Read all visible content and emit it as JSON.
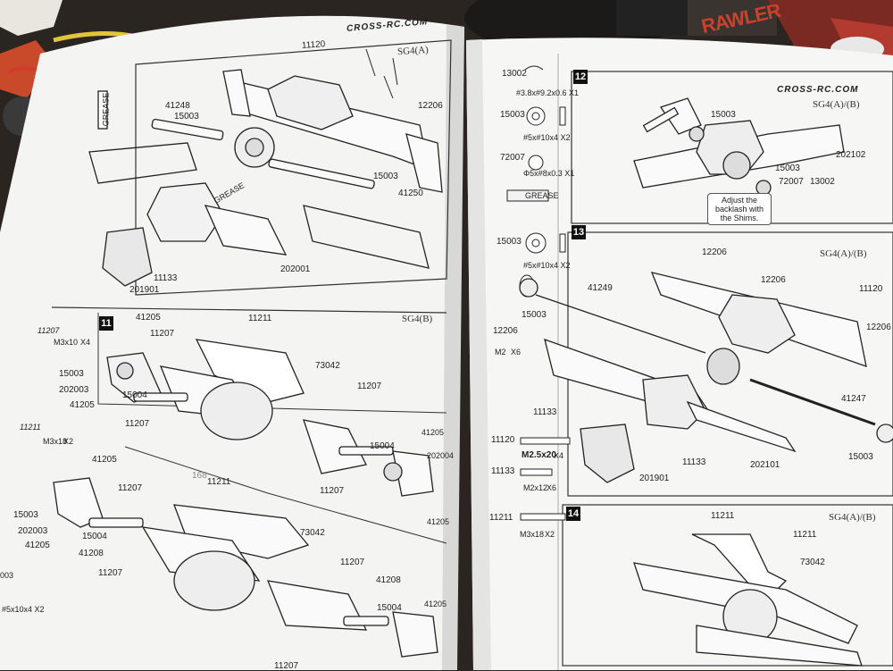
{
  "background": {
    "table_color": "#2b2521",
    "paper_color": "#f4f4f2",
    "ink_color": "#222222",
    "crawler_box_color": "#c8422c",
    "crawler_label": "RAWLER"
  },
  "left_page": {
    "brand": "CROSS-RC.COM",
    "top_section": {
      "tag": "SG4(A)",
      "parts": [
        "11120",
        "12206",
        "41248",
        "15003",
        "GREASE",
        "15003",
        "41250",
        "202001",
        "11133",
        "201901",
        "GREASE"
      ]
    },
    "step11": {
      "number": "11",
      "tag": "SG4(B)",
      "parts": [
        "41205",
        "11211",
        "11207",
        "73042",
        "11207",
        "11207",
        "15003",
        "202003",
        "15004",
        "41205",
        "11207",
        "15004",
        "41205",
        "202004",
        "41205"
      ],
      "hardware": [
        {
          "part": "11207",
          "size": "M3x10",
          "qty": "X4"
        },
        {
          "part": "11211",
          "size": "M3x18",
          "qty": "X2"
        }
      ]
    },
    "lower_section": {
      "parts": [
        "41205",
        "168",
        "11211",
        "11207",
        "73042",
        "15003",
        "202003",
        "15004",
        "41208",
        "41205",
        "11207",
        "11207",
        "41208",
        "15004",
        "41205",
        "11207"
      ],
      "side_labels": [
        "003",
        "#5x10x4 X2"
      ]
    }
  },
  "right_page": {
    "brand": "CROSS-RC.COM",
    "parts_list": [
      {
        "part": "13002",
        "spec": "#3.8x#9.2x0.6 X1"
      },
      {
        "part": "15003",
        "spec": "#5x#10x4 X2"
      },
      {
        "part": "72007",
        "spec": "Φ5x#8x0.3 X1"
      },
      {
        "part": "",
        "spec": "GREASE"
      },
      {
        "part": "15003",
        "spec": "#5x#10x4 X2"
      }
    ],
    "step12": {
      "number": "12",
      "tag": "SG4(A)/(B)",
      "parts": [
        "15003",
        "202102",
        "15003",
        "72007",
        "13002"
      ],
      "note": "Adjust the backlash with the Shims."
    },
    "step13": {
      "number": "13",
      "tag": "SG4(A)/(B)",
      "parts": [
        "12206",
        "12206",
        "11120",
        "41249",
        "15003",
        "12206",
        "11133",
        "41247",
        "11133",
        "202101",
        "201901",
        "15003",
        "12206"
      ],
      "hardware": [
        {
          "part": "12206",
          "size": "M2",
          "qty": "X6"
        },
        {
          "part": "11120",
          "size": "M2.5x20",
          "qty": "X4"
        },
        {
          "part": "11133",
          "size": "M2x12",
          "qty": "X6"
        },
        {
          "part": "11211",
          "size": "M3x18",
          "qty": "X2"
        }
      ]
    },
    "step14": {
      "number": "14",
      "tag": "SG4(A)/(B)",
      "parts": [
        "11211",
        "11211",
        "73042"
      ]
    }
  }
}
